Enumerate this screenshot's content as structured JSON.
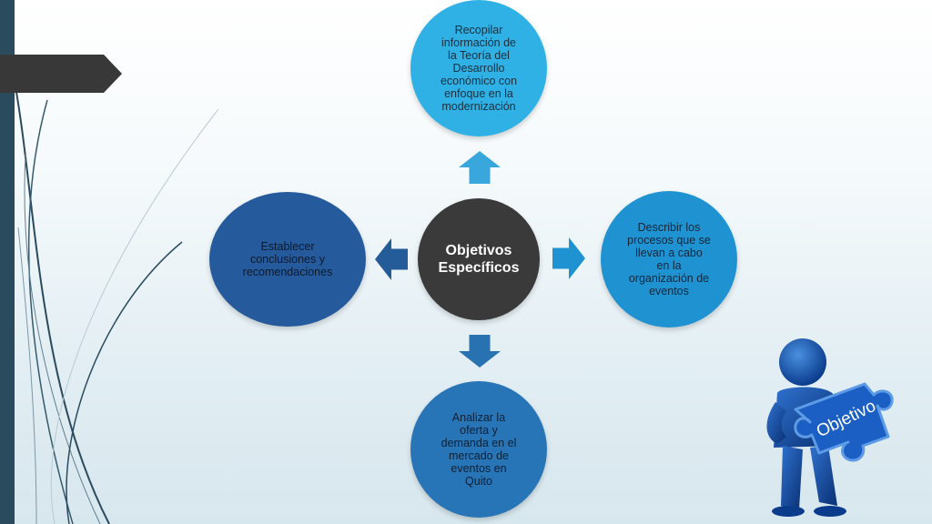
{
  "diagram": {
    "center": "Objetivos\nEspecíficos",
    "top": "Recopilar\ninformación de\nla Teoría del\nDesarrollo\neconómico con\nenfoque en la\nmodernización",
    "right": "Describir los\nprocesos que se\nllevan a cabo\nen la\norganización de\neventos",
    "bottom": "Analizar la\noferta y\ndemanda en el\nmercado de\neventos en\nQuito",
    "left": "Establecer\nconclusiones y\nrecomendaciones"
  },
  "illustration": {
    "label": "Objetivo",
    "icon": "person-holding-puzzle-piece"
  },
  "colors": {
    "center": "#3a3a3a",
    "top": "#2fb1e6",
    "right": "#1f93d1",
    "bottom": "#2775b7",
    "left": "#255b9c",
    "sidebar": "#2a4a5e"
  }
}
